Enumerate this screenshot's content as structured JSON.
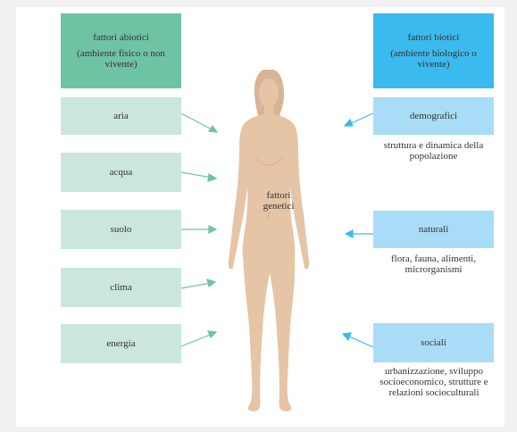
{
  "colors": {
    "abiotic_header": "#6ec3a3",
    "abiotic_box": "#cbe7dc",
    "biotic_header": "#3bbaef",
    "biotic_box": "#a9dcf7",
    "arrow_abiotic": "#6ec3a3",
    "arrow_biotic": "#3bbaef",
    "body_fill": "#e6c4a6"
  },
  "abiotic": {
    "title": "fattori abiotici",
    "subtitle": "(ambiente fisico o non vivente)",
    "items": [
      "aria",
      "acqua",
      "suolo",
      "clima",
      "energia"
    ]
  },
  "biotic": {
    "title": "fattori biotici",
    "subtitle": "(ambiente biologico o vivente)",
    "items": [
      {
        "label": "demografici",
        "caption": "struttura e dinamica della popolazione"
      },
      {
        "label": "naturali",
        "caption": "flora, fauna, alimenti, microrganismi"
      },
      {
        "label": "sociali",
        "caption": "urbanizzazione, sviluppo socioeconomico, strutture e relazioni socioculturali"
      }
    ]
  },
  "center": {
    "label": "fattori genetici"
  }
}
